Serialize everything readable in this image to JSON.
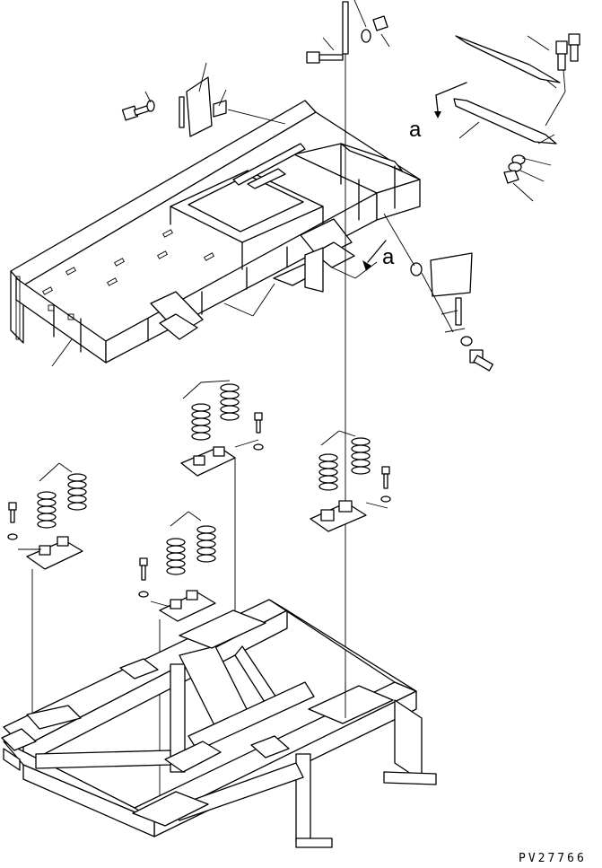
{
  "callouts": {
    "view_a_upper": "a",
    "view_a_lower": "a"
  },
  "drawing_code": "PV27766"
}
